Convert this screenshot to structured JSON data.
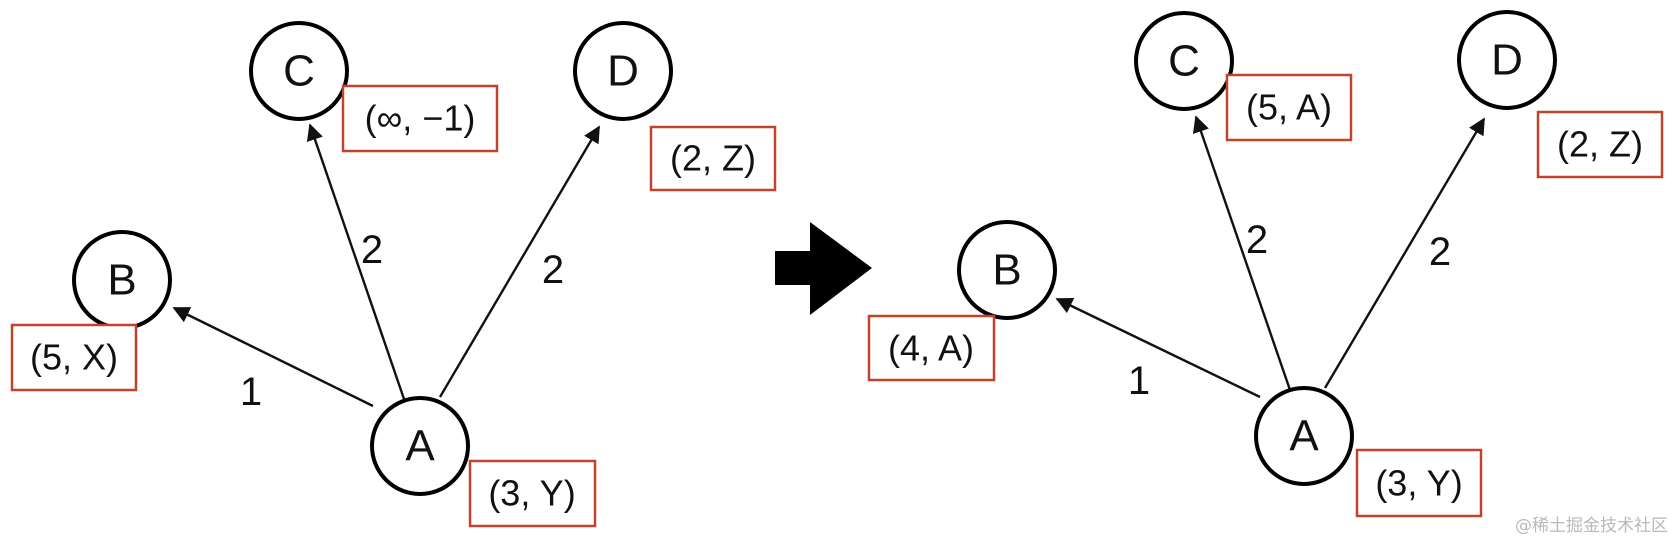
{
  "colors": {
    "tag_border": "#c0432e",
    "stroke": "#111111",
    "arrow_fill": "#000000",
    "watermark": "#b9b9b9"
  },
  "transition_arrow_icon": "right-arrow-icon",
  "watermark": "@稀土掘金技术社区",
  "before": {
    "nodes": {
      "A": "A",
      "B": "B",
      "C": "C",
      "D": "D"
    },
    "tags": {
      "A": "(3,  Y)",
      "B": "(5,  X)",
      "C": "(∞,  −1)",
      "D": "(2,  Z)"
    },
    "weights": {
      "AB": "1",
      "AC": "2",
      "AD": "2"
    }
  },
  "after": {
    "nodes": {
      "A": "A",
      "B": "B",
      "C": "C",
      "D": "D"
    },
    "tags": {
      "A": "(3,  Y)",
      "B": "(4,  A)",
      "C": "(5,  A)",
      "D": "(2,  Z)"
    },
    "weights": {
      "AB": "1",
      "AC": "2",
      "AD": "2"
    }
  }
}
